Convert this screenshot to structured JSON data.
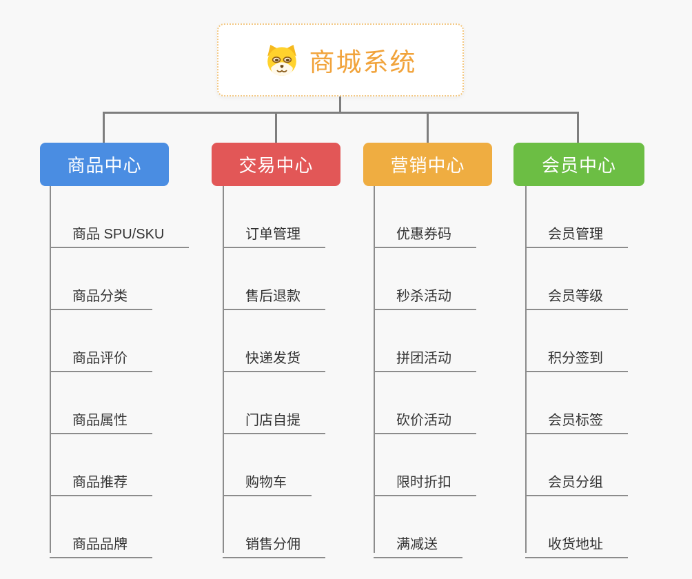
{
  "root": {
    "title": "商城系统",
    "title_color": "#F1A33B",
    "border_color": "#F3C883",
    "icon": "shiba-dog-icon"
  },
  "connector_color": "#7E7E7E",
  "child_line_color": "#8C8C8C",
  "background_color": "#F8F8F8",
  "branches": [
    {
      "label": "商品中心",
      "color": "#4A8DE2",
      "items": [
        "商品 SPU/SKU",
        "商品分类",
        "商品评价",
        "商品属性",
        "商品推荐",
        "商品品牌"
      ]
    },
    {
      "label": "交易中心",
      "color": "#E25757",
      "items": [
        "订单管理",
        "售后退款",
        "快递发货",
        "门店自提",
        "购物车",
        "销售分佣"
      ]
    },
    {
      "label": "营销中心",
      "color": "#EFAD41",
      "items": [
        "优惠券码",
        "秒杀活动",
        "拼团活动",
        "砍价活动",
        "限时折扣",
        "满减送"
      ]
    },
    {
      "label": "会员中心",
      "color": "#6CBE44",
      "items": [
        "会员管理",
        "会员等级",
        "积分签到",
        "会员标签",
        "会员分组",
        "收货地址"
      ]
    }
  ]
}
